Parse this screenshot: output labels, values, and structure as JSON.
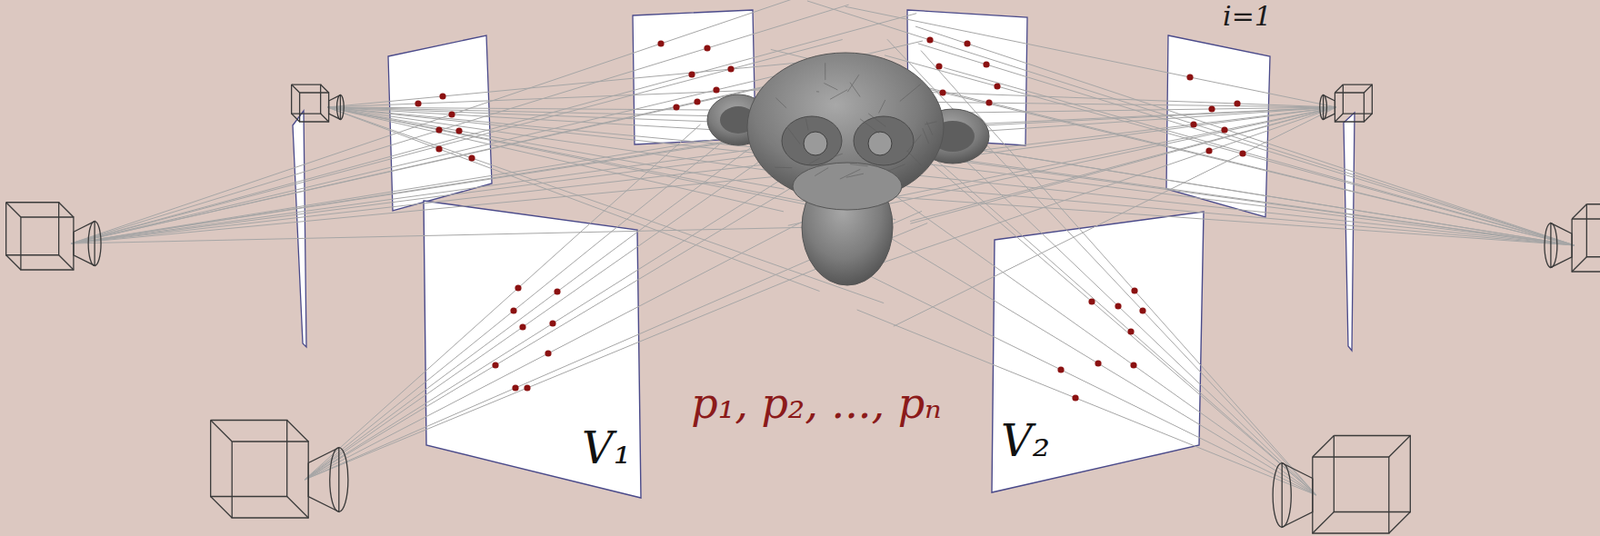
{
  "diagram": {
    "nodes": [
      {
        "text": [
          "V₁"
        ]
      },
      {
        "text": [
          "V₂"
        ]
      }
    ],
    "labels": [
      "p₁, p₂, ..., pₙ",
      "i=1"
    ]
  }
}
